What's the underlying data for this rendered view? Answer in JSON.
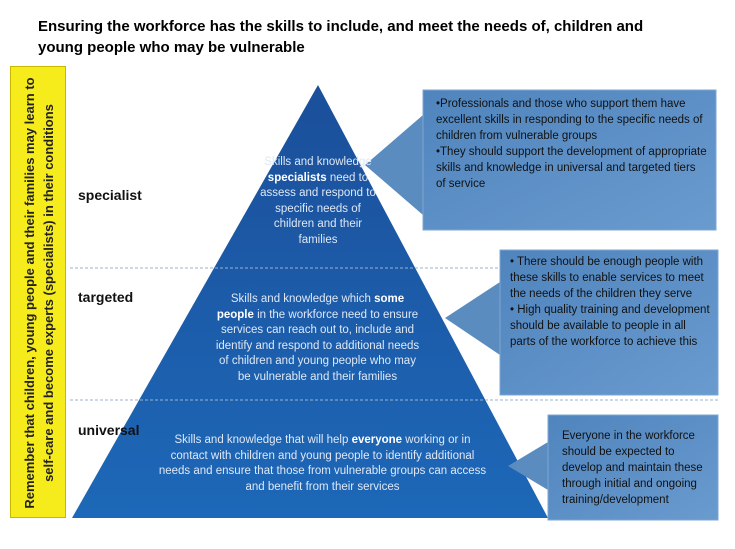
{
  "title": "Ensuring the workforce has the skills to include, and meet the needs of, children and young people who may be vulnerable",
  "side_note": "Remember that children, young people and their families may learn to self-care and become experts (specialists) in their conditions",
  "tiers": [
    {
      "label": "specialist",
      "text_before": "Skills and knowledge ",
      "bold": "specialists",
      "text_after": " need to assess and respond to specific needs of children and their families"
    },
    {
      "label": "targeted",
      "text_before": "Skills and knowledge which ",
      "bold": "some people",
      "text_after": " in the workforce need to ensure services can reach out to, include and identify and respond to additional needs of children and young people who may be vulnerable and their families"
    },
    {
      "label": "universal",
      "text_before": "Skills and knowledge that will help ",
      "bold": "everyone",
      "text_after": " working or in contact with children and young people to identify additional needs and ensure that those from vulnerable groups can access and benefit from their services"
    }
  ],
  "callouts": [
    {
      "lines": [
        "•Professionals and those who support them have excellent skills in responding to the specific needs of children from vulnerable groups",
        "•They should support the development of appropriate skills and knowledge in universal and targeted tiers of service"
      ]
    },
    {
      "lines": [
        "• There should be enough people with these skills to enable services to meet the needs of the children they serve",
        "• High quality training and development should be available to people in all parts of the workforce to achieve this"
      ]
    },
    {
      "lines": [
        "Everyone in the workforce should be expected to develop and maintain these through initial and ongoing training/development"
      ]
    }
  ],
  "colors": {
    "pyramid": "#1a5fae",
    "callout": "#5b8fc3",
    "side": "#f7ec1b"
  }
}
